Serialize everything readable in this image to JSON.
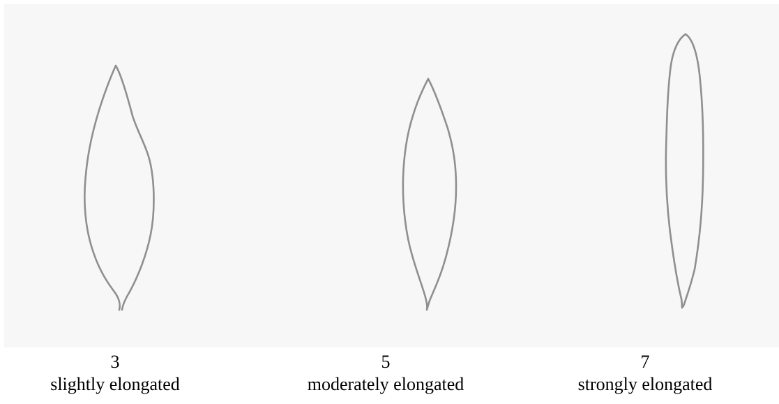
{
  "background_color": "#f7f7f7",
  "outline_color": "#8f8f8f",
  "shapes": [
    {
      "score": "3",
      "label": "slightly elongated"
    },
    {
      "score": "5",
      "label": "moderately elongated"
    },
    {
      "score": "7",
      "label": "strongly elongated"
    }
  ]
}
